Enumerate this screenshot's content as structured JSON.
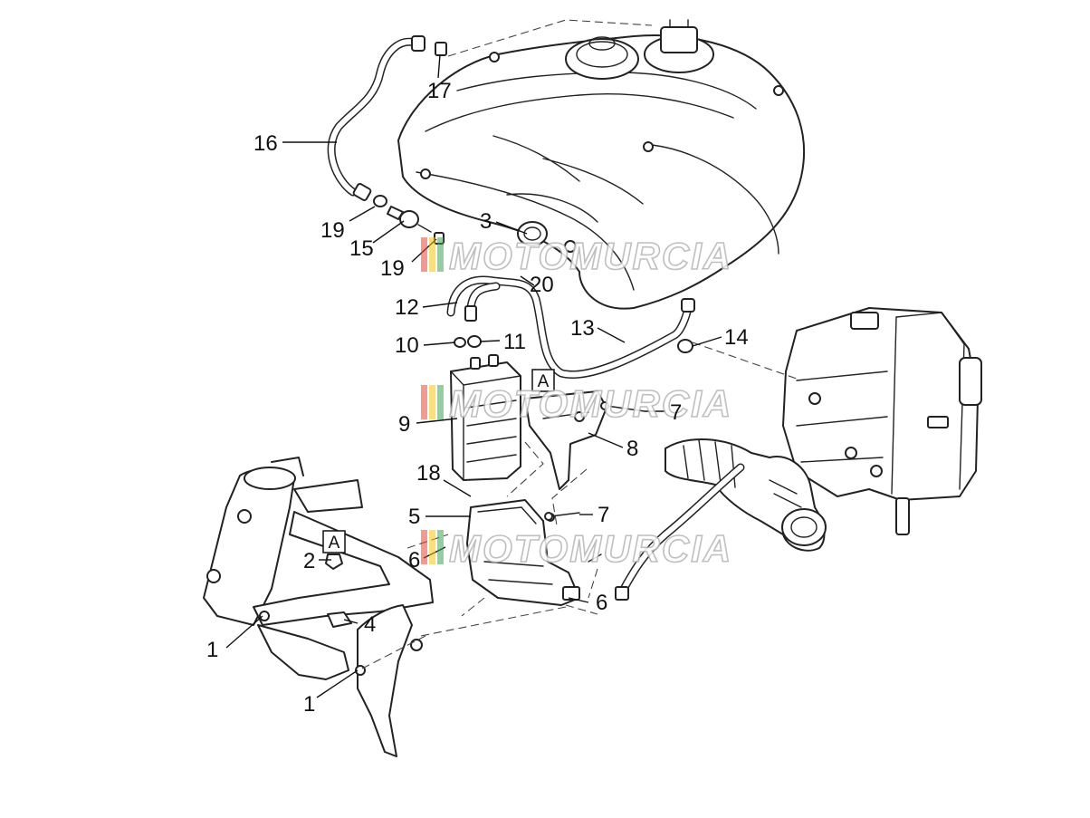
{
  "callouts": [
    {
      "id": "c1a",
      "label": "1"
    },
    {
      "id": "c1b",
      "label": "1"
    },
    {
      "id": "c2",
      "label": "2"
    },
    {
      "id": "c3",
      "label": "3"
    },
    {
      "id": "c4",
      "label": "4"
    },
    {
      "id": "c5",
      "label": "5"
    },
    {
      "id": "c6a",
      "label": "6"
    },
    {
      "id": "c6b",
      "label": "6"
    },
    {
      "id": "c7a",
      "label": "7"
    },
    {
      "id": "c7b",
      "label": "7"
    },
    {
      "id": "c8",
      "label": "8"
    },
    {
      "id": "c9",
      "label": "9"
    },
    {
      "id": "c10",
      "label": "10"
    },
    {
      "id": "c11",
      "label": "11"
    },
    {
      "id": "c12",
      "label": "12"
    },
    {
      "id": "c13",
      "label": "13"
    },
    {
      "id": "c14",
      "label": "14"
    },
    {
      "id": "c15",
      "label": "15"
    },
    {
      "id": "c16",
      "label": "16"
    },
    {
      "id": "c17",
      "label": "17"
    },
    {
      "id": "c18",
      "label": "18"
    },
    {
      "id": "c19a",
      "label": "19"
    },
    {
      "id": "c19b",
      "label": "19"
    },
    {
      "id": "c20",
      "label": "20"
    }
  ],
  "reference_marks": [
    {
      "id": "refA1",
      "letter": "A"
    },
    {
      "id": "refA2",
      "letter": "A"
    }
  ],
  "watermark": {
    "text": "MOTOMURCIA",
    "stripe_colors": [
      "#e8453c",
      "#f5c518",
      "#3aa655"
    ]
  }
}
